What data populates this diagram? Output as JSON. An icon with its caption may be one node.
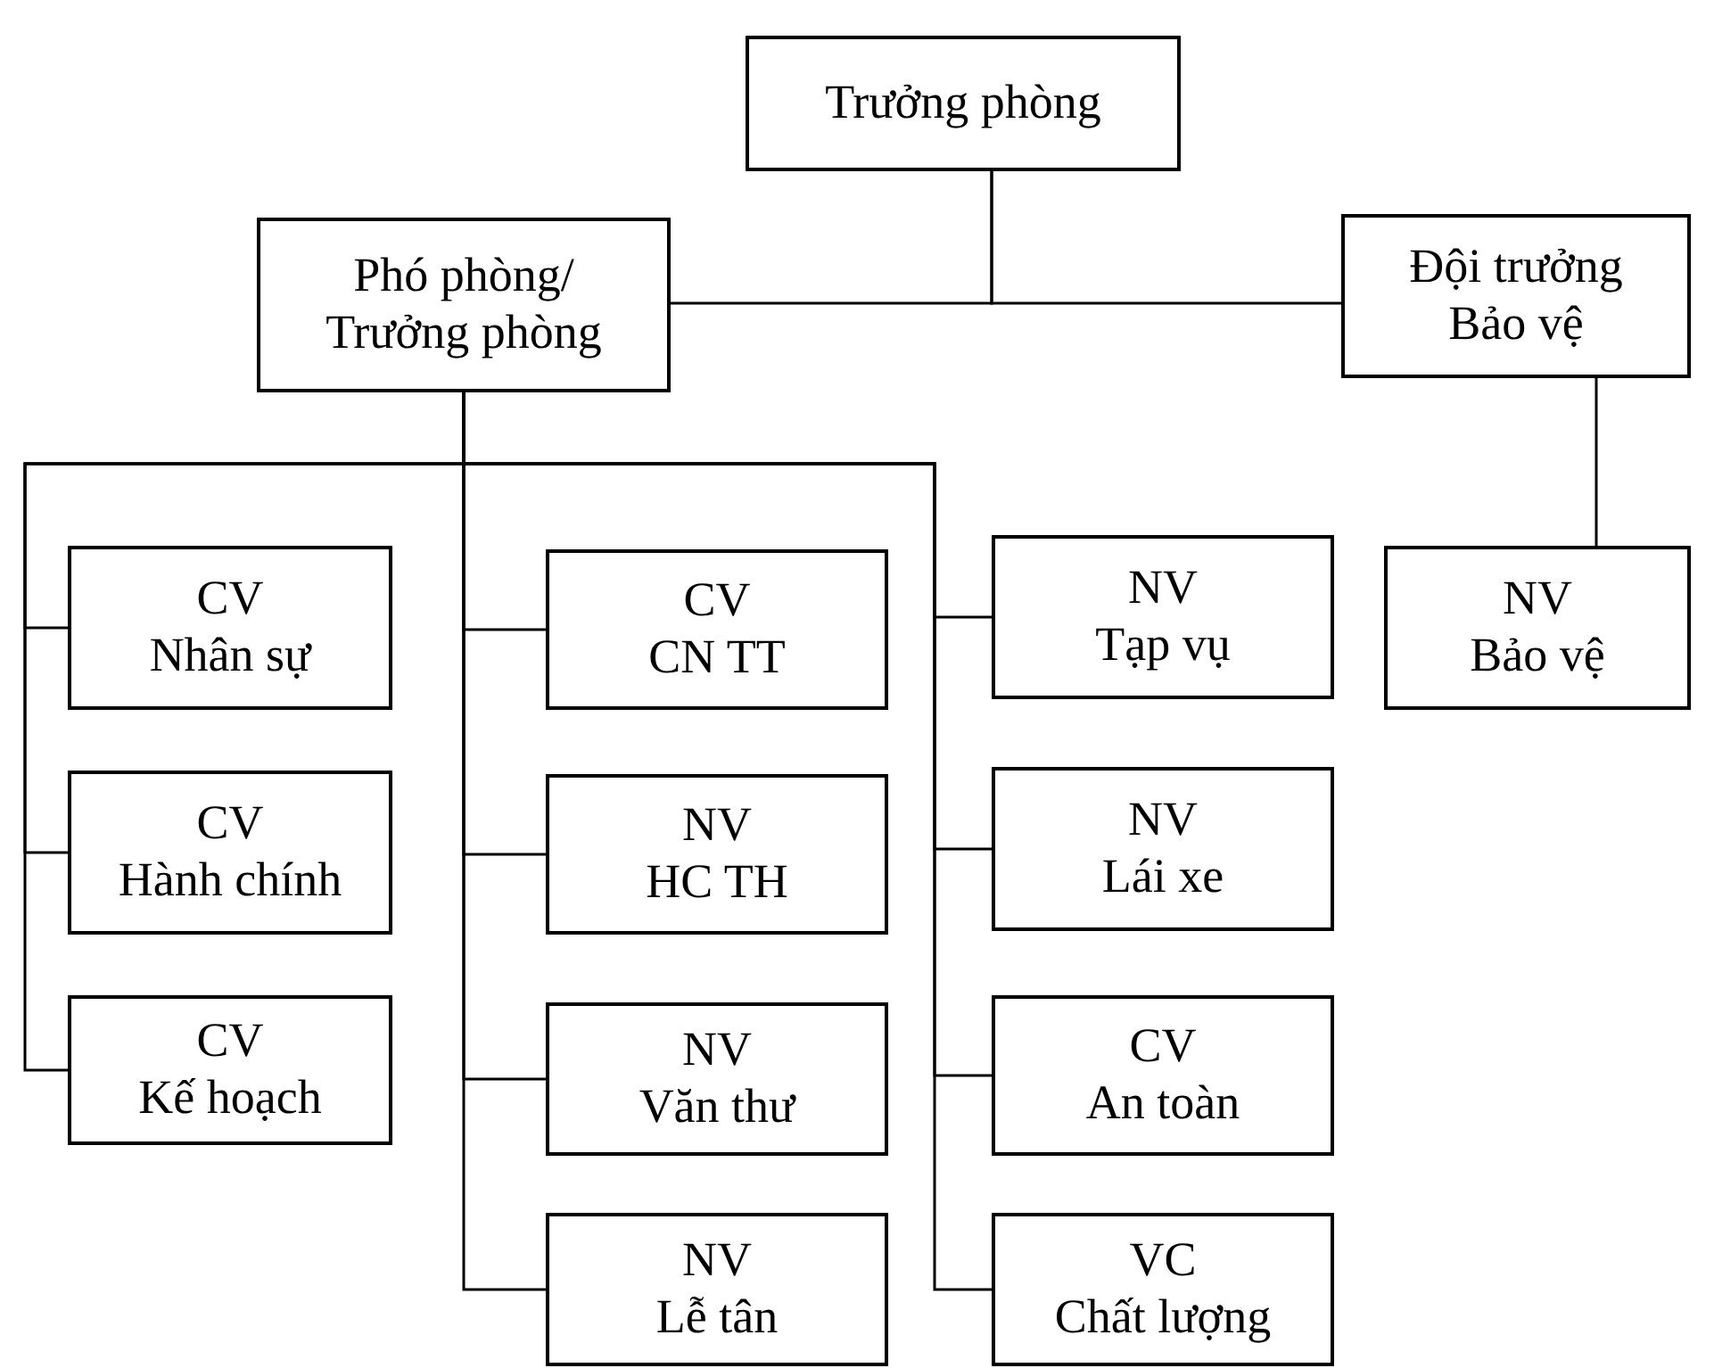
{
  "diagram": {
    "nodes": [
      {
        "text": [
          "Trưởng phòng"
        ]
      },
      {
        "text": [
          "Phó phòng/ Trưởng phòng"
        ]
      },
      {
        "text": [
          "Đội trưởng Bảo vệ"
        ]
      },
      {
        "text": [
          "CV",
          "Nhân sự"
        ]
      },
      {
        "text": [
          "CV",
          "CN TT"
        ]
      },
      {
        "text": [
          "NV",
          "Tạp vụ"
        ]
      },
      {
        "text": [
          "NV",
          "Bảo vệ"
        ]
      },
      {
        "text": [
          "CV",
          "Hành chính"
        ]
      },
      {
        "text": [
          "NV",
          "HC TH"
        ]
      },
      {
        "text": [
          "NV",
          "Lái xe"
        ]
      },
      {
        "text": [
          "CV",
          "Kế hoạch"
        ]
      },
      {
        "text": [
          "NV",
          "Văn thư"
        ]
      },
      {
        "text": [
          "CV",
          "An toàn"
        ]
      },
      {
        "text": [
          "NV",
          "Lễ tân"
        ]
      },
      {
        "text": [
          "VC",
          "Chất lượng"
        ]
      }
    ],
    "edges": [
      {
        "from": 0,
        "to": 1,
        "arrow": "none"
      },
      {
        "from": 0,
        "to": 2,
        "arrow": "none"
      },
      {
        "from": 2,
        "to": 6,
        "arrow": "none"
      },
      {
        "from": 1,
        "to": 3,
        "arrow": "none"
      },
      {
        "from": 1,
        "to": 7,
        "arrow": "none"
      },
      {
        "from": 1,
        "to": 10,
        "arrow": "none"
      },
      {
        "from": 1,
        "to": 4,
        "arrow": "none"
      },
      {
        "from": 1,
        "to": 8,
        "arrow": "none"
      },
      {
        "from": 1,
        "to": 11,
        "arrow": "none"
      },
      {
        "from": 1,
        "to": 13,
        "arrow": "none"
      },
      {
        "from": 1,
        "to": 5,
        "arrow": "none"
      },
      {
        "from": 1,
        "to": 9,
        "arrow": "none"
      },
      {
        "from": 1,
        "to": 12,
        "arrow": "none"
      },
      {
        "from": 1,
        "to": 14,
        "arrow": "none"
      }
    ]
  }
}
